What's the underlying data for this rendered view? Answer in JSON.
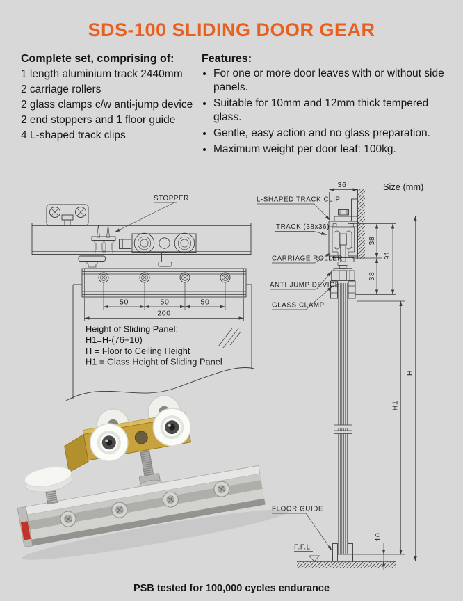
{
  "page": {
    "title": "SDS-100 SLIDING DOOR GEAR",
    "footer": "PSB tested for 100,000 cycles endurance",
    "background_color": "#d8d8d8",
    "title_color": "#e8601f"
  },
  "complete_set": {
    "heading": "Complete set, comprising of:",
    "items": [
      "1 length aluminium track 2440mm",
      "2 carriage rollers",
      "2 glass clamps c/w anti-jump device",
      "2 end stoppers and 1 floor guide",
      "4 L-shaped track clips"
    ]
  },
  "features": {
    "heading": "Features:",
    "items": [
      "For one or more door leaves with or without side panels.",
      "Suitable for 10mm and 12mm thick tempered glass.",
      "Gentle, easy action and no glass preparation.",
      "Maximum weight per door leaf: 100kg."
    ]
  },
  "diagram": {
    "size_note": "Size (mm)",
    "labels": {
      "stopper": "STOPPER",
      "l_shaped_track_clip": "L-SHAPED TRACK CLIP",
      "track": "TRACK (38x36)",
      "carriage_roller": "CARRIAGE ROLLER",
      "anti_jump_device": "ANTI-JUMP DEVICE",
      "glass_clamp": "GLASS CLAMP",
      "floor_guide": "FLOOR GUIDE",
      "ffl": "F.F.L"
    },
    "dims": {
      "track_width": "36",
      "track_height": "38",
      "clamp_height": "38",
      "assembly_height": "91",
      "ceiling_height": "H",
      "glass_height": "H1",
      "floor_clearance": "10",
      "screw_spacing": "50",
      "clamp_length": "200"
    },
    "height_note": [
      "Height of Sliding Panel:",
      "H1=H-(76+10)",
      "H = Floor to Ceiling Height",
      "H1 = Glass Height of Sliding Panel"
    ]
  },
  "photo_colors": {
    "brass": "#c8a23c",
    "aluminium": "#c9c9c5",
    "roller_white": "#f5f5f1",
    "accent_red": "#c33327"
  }
}
